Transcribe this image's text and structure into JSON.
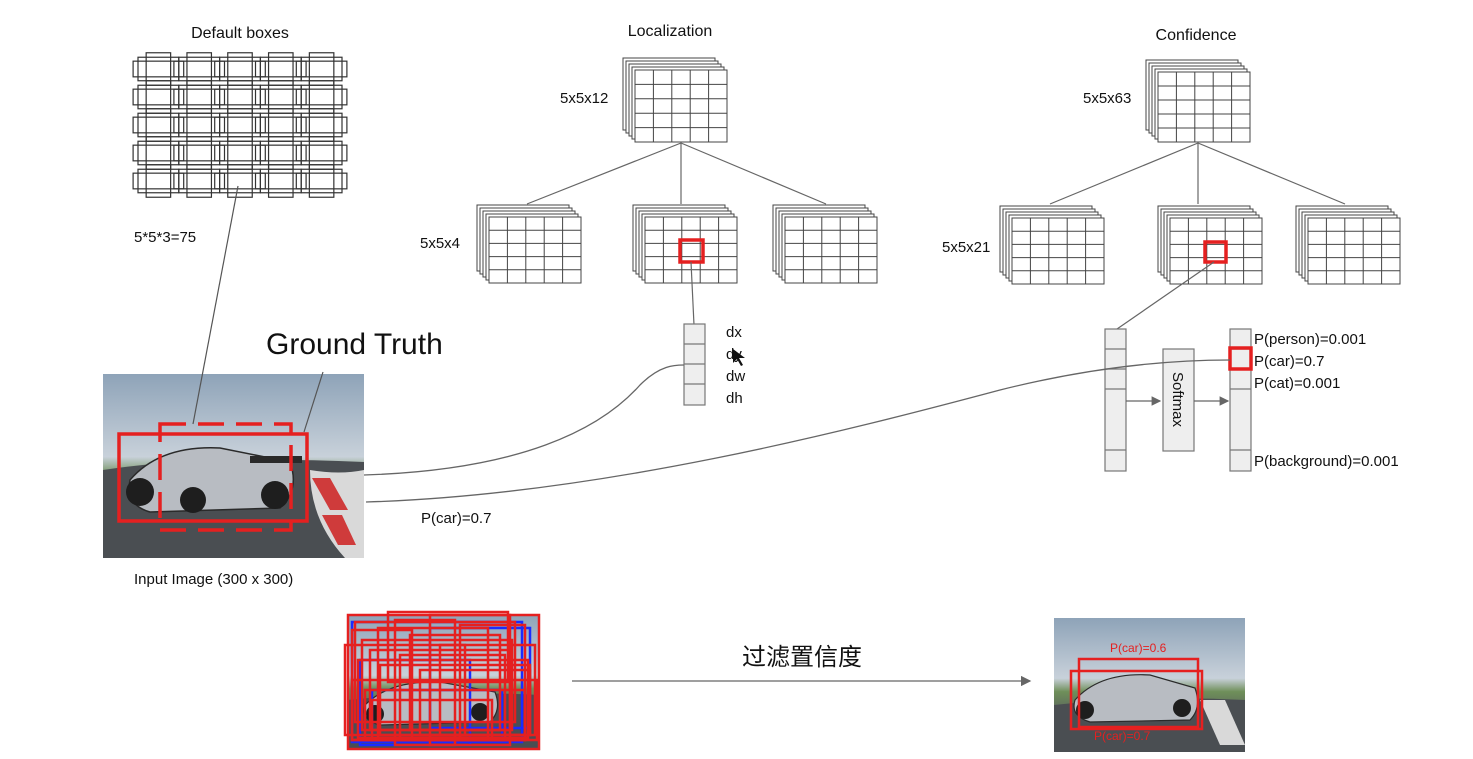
{
  "default_boxes": {
    "title": "Default boxes",
    "count_label": "5*5*3=75"
  },
  "localization": {
    "title": "Localization",
    "top_label": "5x5x12",
    "mid_label": "5x5x4",
    "outputs": [
      "dx",
      "dy",
      "dw",
      "dh"
    ]
  },
  "confidence": {
    "title": "Confidence",
    "top_label": "5x5x63",
    "mid_label": "5x5x21",
    "softmax_label": "Softmax",
    "probs": [
      "P(person)=0.001",
      "P(car)=0.7",
      "P(cat)=0.001",
      "P(background)=0.001"
    ]
  },
  "ground_truth_label": "Ground Truth",
  "input_image_label": "Input Image (300 x 300)",
  "pcar_label": "P(car)=0.7",
  "filter_label": "过滤置信度",
  "result_labels": [
    "P(car)=0.6",
    "P(car)=0.7"
  ],
  "colors": {
    "highlight": "#e52020",
    "blue_box": "#1a2cff",
    "line": "#555555",
    "grid": "#444444"
  }
}
